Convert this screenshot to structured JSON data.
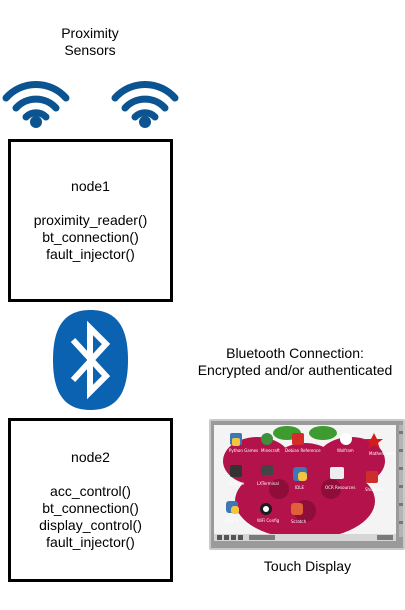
{
  "sensors": {
    "title_line1": "Proximity",
    "title_line2": "Sensors",
    "icon": "wifi-signal-icon",
    "icon_color": "#0b5391"
  },
  "node1": {
    "name": "node1",
    "functions": [
      "proximity_reader()",
      "bt_connection()",
      "fault_injector()"
    ]
  },
  "bluetooth": {
    "icon": "bluetooth-icon",
    "color": "#0a62b0",
    "caption_line1": "Bluetooth Connection:",
    "caption_line2": "Encrypted and/or authenticated"
  },
  "node2": {
    "name": "node2",
    "functions": [
      "acc_control()",
      "bt_connection()",
      "display_control()",
      "fault_injector()"
    ]
  },
  "display": {
    "caption": "Touch Display",
    "icon": "touch-display-image",
    "desktop_color": "#b3124a"
  }
}
